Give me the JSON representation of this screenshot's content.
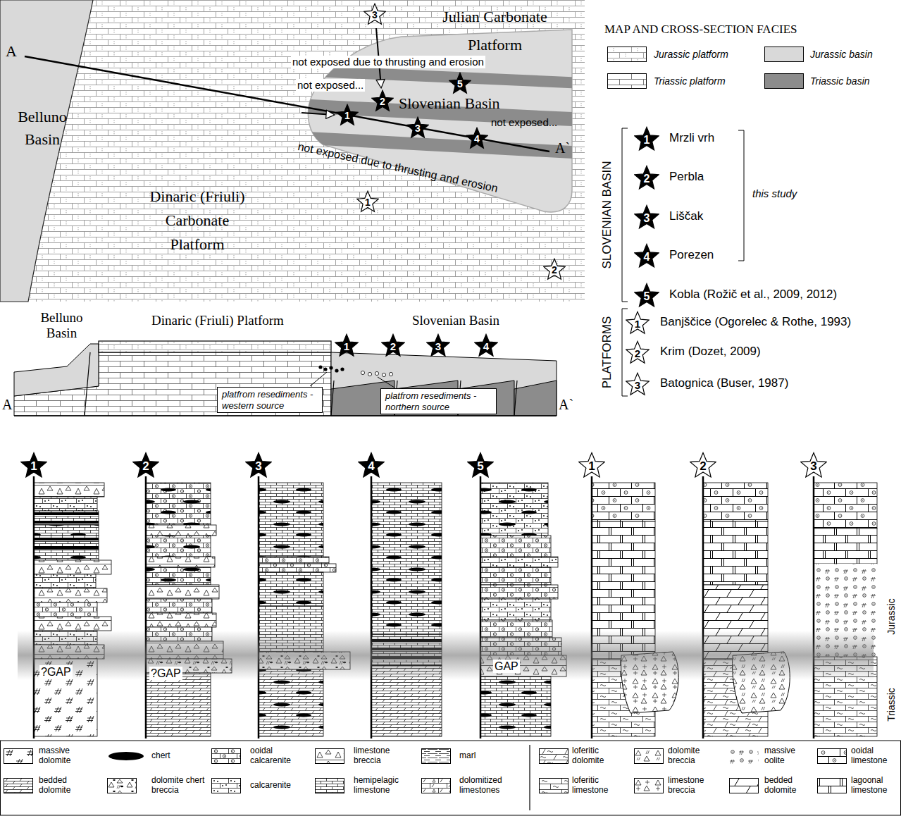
{
  "diagram": {
    "nodes": [
      {
        "text": [
          "3"
        ]
      },
      {
        "text": [
          "5"
        ]
      },
      {
        "text": [
          "2"
        ]
      },
      {
        "text": [
          "1"
        ]
      },
      {
        "text": [
          "3"
        ]
      },
      {
        "text": [
          "4"
        ]
      },
      {
        "text": [
          "1"
        ]
      },
      {
        "text": [
          "2"
        ]
      },
      {
        "text": [
          "1"
        ]
      },
      {
        "text": [
          "2"
        ]
      },
      {
        "text": [
          "3"
        ]
      },
      {
        "text": [
          "4"
        ]
      },
      {
        "text": [
          "5"
        ]
      },
      {
        "text": [
          "1"
        ]
      },
      {
        "text": [
          "2"
        ]
      },
      {
        "text": [
          "3"
        ]
      },
      {
        "text": [
          "1"
        ]
      },
      {
        "text": [
          "2"
        ]
      },
      {
        "text": [
          "3"
        ]
      },
      {
        "text": [
          "4"
        ]
      },
      {
        "text": [
          "platfrom resediments -western source"
        ]
      },
      {
        "text": [
          "platfrom resediments -northern source"
        ]
      },
      {
        "text": [
          "1"
        ]
      },
      {
        "text": [
          "2"
        ]
      },
      {
        "text": [
          "3"
        ]
      },
      {
        "text": [
          "4"
        ]
      },
      {
        "text": [
          "5"
        ]
      },
      {
        "text": [
          "1"
        ]
      },
      {
        "text": [
          "2"
        ]
      },
      {
        "text": [
          "3"
        ]
      }
    ],
    "labels": [
      "A",
      "Julian Carbonate Platform",
      "Belluno Basin",
      "not exposed due to thrusting and erosion",
      "not exposed...",
      "Slovenian Basin",
      "A`",
      "not exposed...",
      "not exposed due to thrusting and erosion",
      "Dinaric (Friuli) Carbonate Platform",
      "MAP AND CROSS-SECTION FACIES",
      "SLOVENIAN BASIN",
      "Mrzli vrh",
      "Perbla",
      "Liščak",
      "Porezen",
      "Kobla (Rožič et al., 2009, 2012)",
      "this study",
      "PLATFORMS",
      "Banjščice (Ogorelec & Rothe, 1993)",
      "Krim (Dozet, 2009)",
      "Batognica (Buser, 1987)",
      "Belluno Basin",
      "Dinaric (Friuli) Platform",
      "Slovenian Basin",
      "A",
      "A`",
      "?GAP",
      "?GAP",
      "GAP",
      "Jurassic",
      "Triassic"
    ],
    "legend": [
      {
        "text": "Jurassic platform"
      },
      {
        "text": "Jurassic basin",
        "color": "#d9d9d9"
      },
      {
        "text": "Triassic platform"
      },
      {
        "text": "Triassic basin",
        "color": "#8c8c8c"
      },
      {
        "text": "massive dolomite"
      },
      {
        "text": "chert"
      },
      {
        "text": "ooidal calcarenite"
      },
      {
        "text": "limestone breccia"
      },
      {
        "text": "marl"
      },
      {
        "text": "loferitic dolomite"
      },
      {
        "text": "dolomite breccia"
      },
      {
        "text": "massive oolite"
      },
      {
        "text": "ooidal limestone"
      },
      {
        "text": "bedded dolomite"
      },
      {
        "text": "dolomite chert breccia"
      },
      {
        "text": "calcarenite"
      },
      {
        "text": "hemipelagic limestone"
      },
      {
        "text": "dolomitized limestones"
      },
      {
        "text": "loferitic limestone"
      },
      {
        "text": "limestone breccia"
      },
      {
        "text": "bedded dolomite"
      },
      {
        "text": "lagoonal limestone"
      }
    ]
  }
}
